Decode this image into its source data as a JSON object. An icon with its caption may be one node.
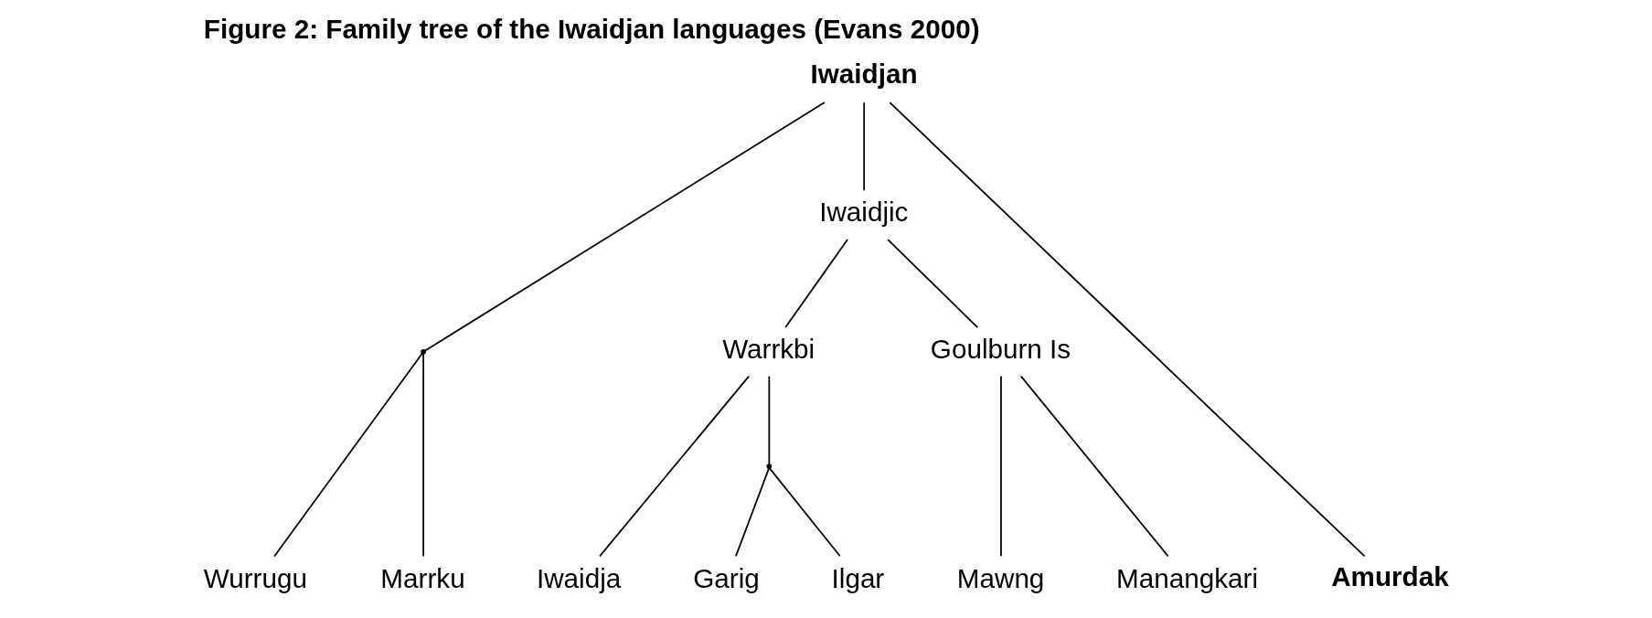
{
  "diagram": {
    "title": "Figure 2: Family tree of the Iwaidjan languages (Evans 2000)",
    "nodes": [
      {
        "text": [
          "Iwaidjan"
        ]
      },
      {
        "text": [
          "Iwaidjic"
        ]
      },
      {
        "text": [],
        "shape": "point"
      },
      {
        "text": [
          "Warrkbi"
        ]
      },
      {
        "text": [
          "Goulburn Is"
        ]
      },
      {
        "text": [],
        "shape": "point"
      },
      {
        "text": [
          "Wurrugu"
        ]
      },
      {
        "text": [
          "Marrku"
        ]
      },
      {
        "text": [
          "Iwaidja"
        ]
      },
      {
        "text": [
          "Garig"
        ]
      },
      {
        "text": [
          "Ilgar"
        ]
      },
      {
        "text": [
          "Mawng"
        ]
      },
      {
        "text": [
          "Manangkari"
        ]
      },
      {
        "text": [
          "Amurdak"
        ]
      }
    ],
    "edges": [
      {
        "from": 0,
        "to": 2,
        "arrow": "none"
      },
      {
        "from": 0,
        "to": 1,
        "arrow": "none"
      },
      {
        "from": 0,
        "to": 13,
        "arrow": "none"
      },
      {
        "from": 1,
        "to": 3,
        "arrow": "none"
      },
      {
        "from": 1,
        "to": 4,
        "arrow": "none"
      },
      {
        "from": 2,
        "to": 6,
        "arrow": "none"
      },
      {
        "from": 2,
        "to": 7,
        "arrow": "none"
      },
      {
        "from": 3,
        "to": 8,
        "arrow": "none"
      },
      {
        "from": 3,
        "to": 5,
        "arrow": "none"
      },
      {
        "from": 5,
        "to": 9,
        "arrow": "none"
      },
      {
        "from": 5,
        "to": 10,
        "arrow": "none"
      },
      {
        "from": 4,
        "to": 11,
        "arrow": "none"
      },
      {
        "from": 4,
        "to": 12,
        "arrow": "none"
      }
    ]
  }
}
